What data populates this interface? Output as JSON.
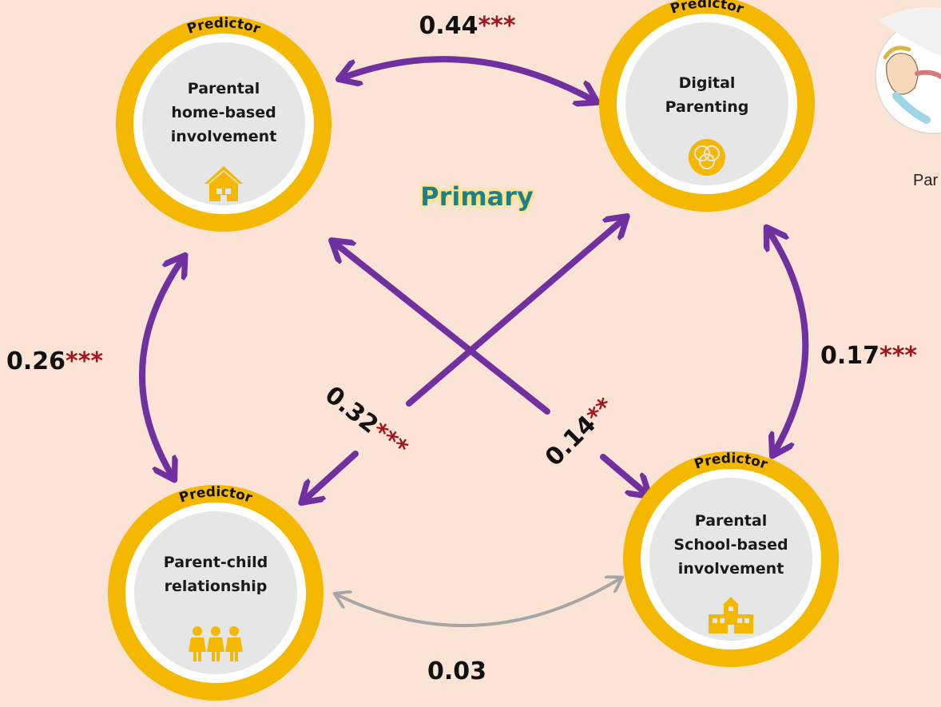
{
  "nodes": {
    "home": {
      "badge": "Predictor",
      "lines": [
        "Parental",
        "home-based",
        "involvement"
      ],
      "icon": "house-icon"
    },
    "digital": {
      "badge": "Predictor",
      "lines": [
        "Digital",
        "Parenting"
      ],
      "icon": "venn-circles-icon"
    },
    "relationship": {
      "badge": "Predictor",
      "lines": [
        "Parent-child",
        "relationship"
      ],
      "icon": "family-icon"
    },
    "school": {
      "badge": "Predictor",
      "lines": [
        "Parental",
        "School-based",
        "involvement"
      ],
      "icon": "school-building-icon"
    }
  },
  "center_label": "Primary",
  "side_label": "Par",
  "edges": {
    "home_digital": {
      "coef": "0.44",
      "stars": "***"
    },
    "home_relationship": {
      "coef": "0.26",
      "stars": "***"
    },
    "digital_school": {
      "coef": "0.17",
      "stars": "***"
    },
    "relationship_school": {
      "coef": "0.03",
      "stars": ""
    },
    "school_to_digital_cross": {
      "coef": "0.32",
      "stars": "***"
    },
    "relationship_to_home_cross": {
      "coef": "0.14",
      "stars": "**"
    }
  },
  "colors": {
    "background": "#fbe4d6",
    "ring": "#f5b800",
    "inner": "#e6e6e6",
    "arrow_significant": "#7030a0",
    "arrow_nonsignificant": "#a6a6a6",
    "stars": "#a3141c",
    "primary_text": "#1f7f8a",
    "icon": "#f5b800"
  }
}
